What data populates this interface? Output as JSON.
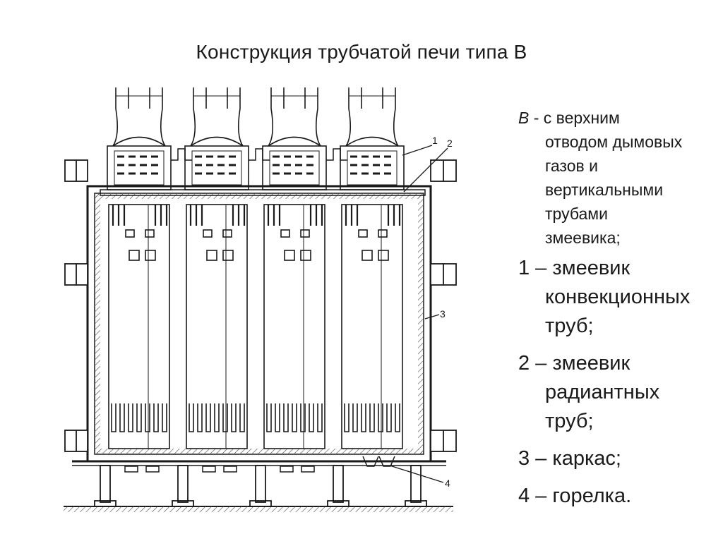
{
  "title": "Конструкция трубчатой печи типа В",
  "intro": {
    "letter": "В",
    "lines": [
      " - с верхним",
      "отводом дымовых",
      "газов и",
      "вертикальными",
      "трубами",
      "змеевика;"
    ]
  },
  "legend": [
    {
      "lines": [
        "1 – змеевик",
        "конвекционных",
        "труб;"
      ]
    },
    {
      "lines": [
        "2 – змеевик",
        "радиантных",
        "труб;"
      ]
    },
    {
      "lines": [
        "3 – каркас;"
      ]
    },
    {
      "lines": [
        "4 – горелка."
      ]
    }
  ],
  "drawing_labels": {
    "l1": "1",
    "l2": "2",
    "l3": "3",
    "l4": "4"
  },
  "colors": {
    "line": "#1a1a1a",
    "hatch": "#555555"
  }
}
